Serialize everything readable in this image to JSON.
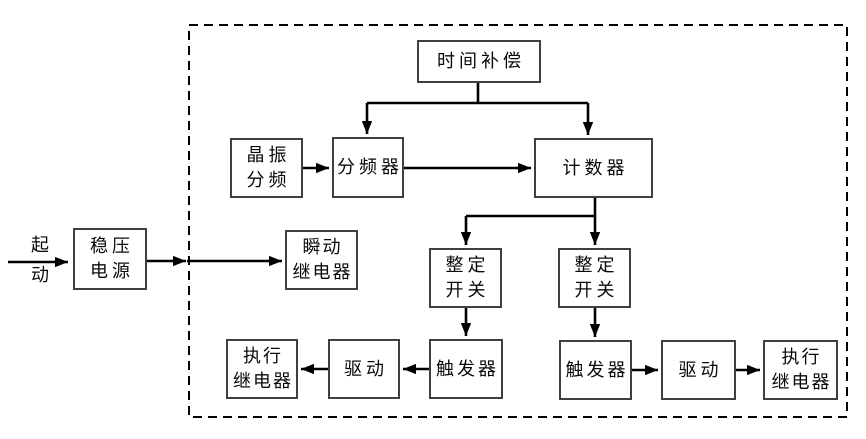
{
  "diagram": {
    "title": "timer-relay-block-diagram",
    "colors": {
      "background": "#ffffff",
      "wire": "#000000",
      "box_border": "#3f3f3f",
      "text": "#0a0a0a",
      "dashed_boundary": "#000000"
    },
    "external_labels": {
      "start": {
        "lines": [
          "起",
          "动"
        ]
      }
    },
    "nodes": {
      "power_supply": {
        "lines": [
          "稳压",
          "电源"
        ]
      },
      "instant_relay": {
        "lines": [
          "瞬动",
          "继电器"
        ]
      },
      "time_compensation": {
        "label": "时间补偿"
      },
      "crystal_divider": {
        "lines": [
          "晶振",
          "分频"
        ]
      },
      "frequency_divider": {
        "label": "分频器"
      },
      "counter": {
        "label": "计数器"
      },
      "setting_switch_left": {
        "lines": [
          "整定",
          "开关"
        ]
      },
      "setting_switch_right": {
        "lines": [
          "整定",
          "开关"
        ]
      },
      "trigger_left": {
        "label": "触发器"
      },
      "trigger_right": {
        "label": "触发器"
      },
      "driver_left": {
        "label": "驱动"
      },
      "driver_right": {
        "label": "驱动"
      },
      "exec_relay_left": {
        "lines": [
          "执行",
          "继电器"
        ]
      },
      "exec_relay_right": {
        "lines": [
          "执行",
          "继电器"
        ]
      }
    }
  }
}
